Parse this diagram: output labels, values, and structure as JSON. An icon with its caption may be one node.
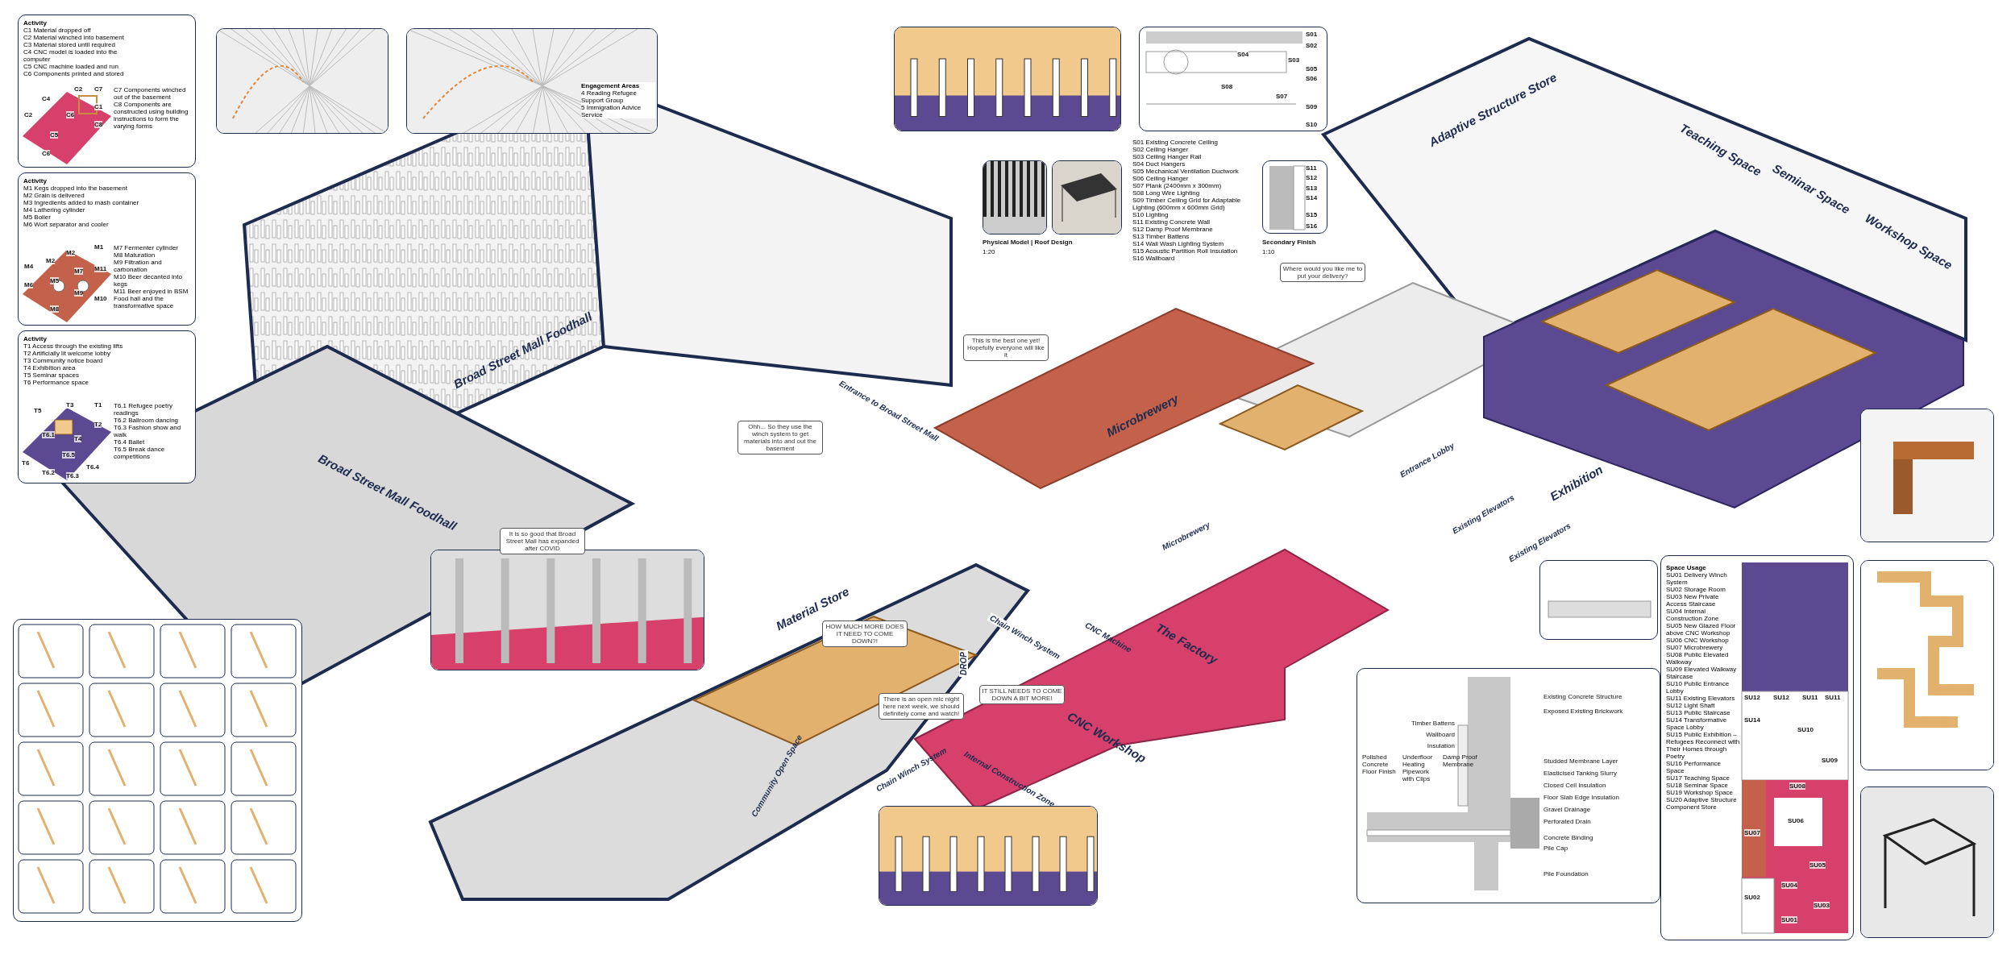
{
  "diagram": {
    "nodes": [
      {
        "text": [
          "Activity",
          "C1 Material dropped off",
          "C2 Material winched into basement",
          "C3 Material stored until required",
          "C4 CNC model is loaded into the computer",
          "C5 CNC machine loaded and run",
          "C6 Components printed and stored",
          "C7 Components winched out of the basement",
          "C8 Components are constructed using building instructions to form the varying forms"
        ]
      },
      {
        "text": [
          "Activity",
          "M1 Kegs dropped into the basement",
          "M2 Grain is delivered",
          "M3 Ingredients added to mash container",
          "M4 Lathering cylinder",
          "M5 Boiler",
          "M6 Wort separator and cooler",
          "M7 Fermenter cylinder",
          "M8 Maturation",
          "M9 Filtration and carbonation",
          "M10 Beer decanted into kegs",
          "M11 Beer enjoyed in BSM Food hall and the transformative space"
        ]
      },
      {
        "text": [
          "Activity",
          "T1 Access through the existing lifts",
          "T2 Artificially lit welcome lobby",
          "T3 Community notice board",
          "T4 Exhibition area",
          "T5 Seminar spaces",
          "T6 Performance space",
          "T6.1 Refugee poetry readings",
          "T6.2 Ballroom dancing",
          "T6.3 Fashion show and walk",
          "T6.4 Ballet",
          "T6.5 Break dance competitions"
        ]
      },
      {
        "text": [],
        "shape": "picture"
      },
      {
        "text": [
          "Engagement Areas",
          "4 Reading Refugee Support Group",
          "5 Immigration Advice Service"
        ]
      },
      {
        "text": [],
        "shape": "picture"
      },
      {
        "text": [],
        "shape": "picture"
      },
      {
        "text": [],
        "shape": "picture"
      },
      {
        "text": [],
        "shape": "picture"
      },
      {
        "text": [],
        "shape": "picture"
      },
      {
        "text": [],
        "shape": "picture"
      },
      {
        "text": [],
        "shape": "picture"
      },
      {
        "text": [],
        "shape": "picture"
      },
      {
        "text": [],
        "shape": "picture"
      },
      {
        "text": [],
        "shape": "picture"
      },
      {
        "text": [
          "Space Usage",
          "SU01 Delivery Winch System",
          "SU02 Storage Room",
          "SU03 New Private Access Staircase",
          "SU04 Internal Construction Zone",
          "SU05 New Glazed Floor above CNC Workshop",
          "SU06 CNC Workshop",
          "SU07 Microbrewery",
          "SU08 Public Elevated Walkway",
          "SU09 Elevated Walkway Staircase",
          "SU10 Public Entrance Lobby",
          "SU11 Existing Elevators",
          "SU12 Light Shaft",
          "SU13 Public Staircase",
          "SU14 Transformative Space Lobby",
          "SU15 Public Exhibition – Refugees Reconnect with Their Homes through Poetry",
          "SU16 Performance Space",
          "SU17 Teaching Space",
          "SU18 Seminar Space",
          "SU19 Workshop Space",
          "SU20 Adaptive Structure Component Store"
        ]
      },
      {
        "text": [],
        "shape": "picture"
      },
      {
        "text": [],
        "shape": "picture"
      },
      {
        "text": [],
        "shape": "picture"
      }
    ],
    "labels": [
      "Physical Model | Roof Design",
      "1:20",
      "S01 Existing Concrete Ceiling",
      "S02 Ceiling Hanger",
      "S03 Ceiling Hanger Rail",
      "S04 Duct Hangers",
      "S05 Mechanical Ventilation Ductwork",
      "S06 Ceiling Hanger",
      "S07 Plank (2400mm x 300mm)",
      "S08 Long Wire Lighting",
      "S09 Timber Ceiling Grid for Adaptable Lighting (600mm x 600mm Grid)",
      "S10 Lighting",
      "S11 Existing Concrete Wall",
      "S12 Damp Proof Membrane",
      "S13 Timber Battens",
      "S14 Wall Wash Lighting System",
      "S15 Acoustic Partition Roll Insulation",
      "S16 Wallboard",
      "Secondary Finish",
      "1:10",
      "S01",
      "S02",
      "S04",
      "S03",
      "S05",
      "S06",
      "S08",
      "S07",
      "S09",
      "S10",
      "S11",
      "S12",
      "S13",
      "S14",
      "S15",
      "S16",
      "C2",
      "C7",
      "C1",
      "C4",
      "C8",
      "C2",
      "C6",
      "C5",
      "C6",
      "M1",
      "M2",
      "M2",
      "M4",
      "M7",
      "M6",
      "M5",
      "M9",
      "M10",
      "M11",
      "M8",
      "T3",
      "T1",
      "T2",
      "T5",
      "T4",
      "T6.1",
      "T6.5",
      "T6",
      "T6.4",
      "T6.2",
      "T6.3",
      "Broad Street Mall Foodhall",
      "Broad Street Mall Foodhall",
      "Entrance to Broad Street Mall",
      "It is so good that Broad Street Mall has expanded after COVID",
      "Ohh... So they use the winch system to get materials into and out the basement",
      "This is the best one yet! Hopefully everyone will like it",
      "Where would you like me to put your delivery?",
      "Microbrewery",
      "Microbrewery",
      "Material Store",
      "DROP",
      "Chain Winch System",
      "HOW MUCH MORE DOES IT NEED TO COME DOWN?!",
      "IT STILL NEEDS TO COME DOWN A BIT MORE!",
      "There is an open mic night here next week, we should definitely come and watch!",
      "Chain Winch System",
      "Internal Construction Zone",
      "CNC Workshop",
      "CNC Machine",
      "The Factory",
      "Community Open Space",
      "Adaptive Structure Store",
      "Teaching Space",
      "Seminar Space",
      "Workshop Space",
      "Exhibition",
      "Entrance Lobby",
      "Existing Elevators",
      "Existing Elevators",
      "Existing Concrete Structure",
      "Exposed Existing Brickwork",
      "Timber Battens",
      "Wallboard",
      "Polished Concrete Floor Finish",
      "Underfloor Heating Pipework with Clips",
      "Damp Proof Membrane",
      "Insulation",
      "Studded Membrane Layer",
      "Elasticised Tanking Slurry",
      "Closed Cell Insulation",
      "Floor Slab Edge Insulation",
      "Gravel Drainage",
      "Perforated Drain",
      "Concrete Binding",
      "Pile Cap",
      "Pile Foundation",
      "SU12",
      "SU12",
      "SU11",
      "SU11",
      "SU14",
      "SU10",
      "SU09",
      "SU08",
      "SU06",
      "SU07",
      "SU05",
      "SU04",
      "SU02",
      "SU03",
      "SU01"
    ]
  }
}
